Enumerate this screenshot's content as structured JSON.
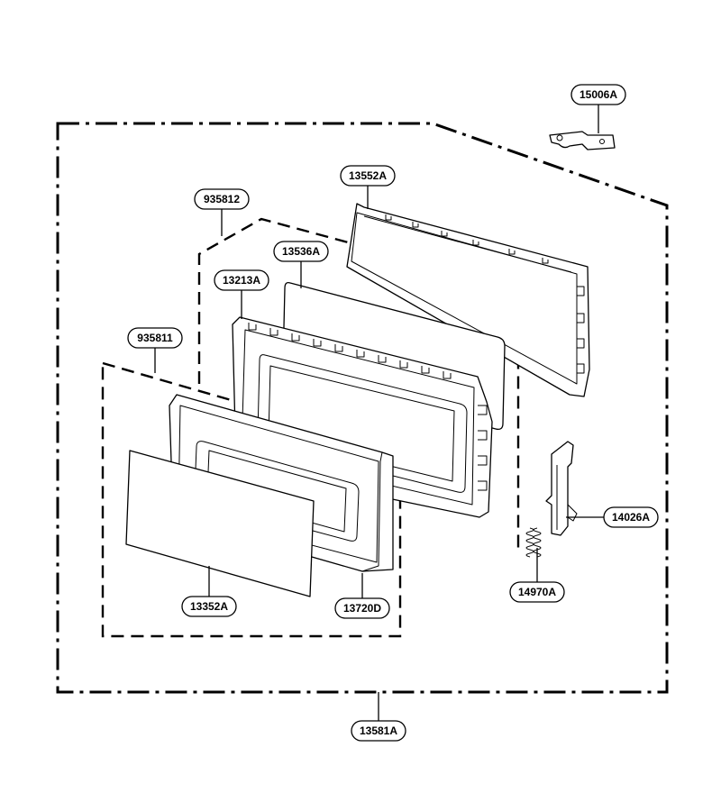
{
  "labels": {
    "p15006A": "15006A",
    "p13552A": "13552A",
    "p935812": "935812",
    "p13536A": "13536A",
    "p13213A": "13213A",
    "p935811": "935811",
    "p14026A": "14026A",
    "p14970A": "14970A",
    "p13352A": "13352A",
    "p13720D": "13720D",
    "p13581A": "13581A"
  }
}
